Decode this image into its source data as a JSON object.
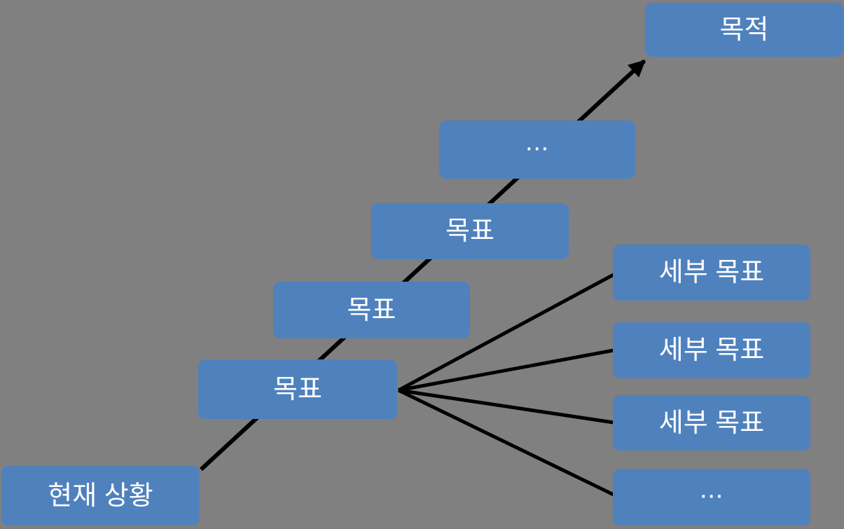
{
  "diagram": {
    "type": "goal-hierarchy-diagram",
    "colors": {
      "background": "#808080",
      "node_fill": "#4f81bd",
      "node_text": "#ffffff",
      "connector": "#000000"
    },
    "nodes": {
      "current_situation": {
        "label": "현재 상황"
      },
      "goal_1": {
        "label": "목표"
      },
      "goal_2": {
        "label": "목표"
      },
      "goal_3": {
        "label": "목표"
      },
      "ellipsis_chain": {
        "label": "..."
      },
      "purpose": {
        "label": "목적"
      },
      "sub_goal_1": {
        "label": "세부 목표"
      },
      "sub_goal_2": {
        "label": "세부 목표"
      },
      "sub_goal_3": {
        "label": "세부 목표"
      },
      "ellipsis_sub": {
        "label": "..."
      }
    },
    "connections": {
      "main_path": "current_situation -> goal_1 -> goal_2 -> goal_3 -> ellipsis_chain -> purpose (arrow)",
      "fan_out": "goal_1 -> sub_goal_1, sub_goal_2, sub_goal_3, ellipsis_sub"
    }
  }
}
